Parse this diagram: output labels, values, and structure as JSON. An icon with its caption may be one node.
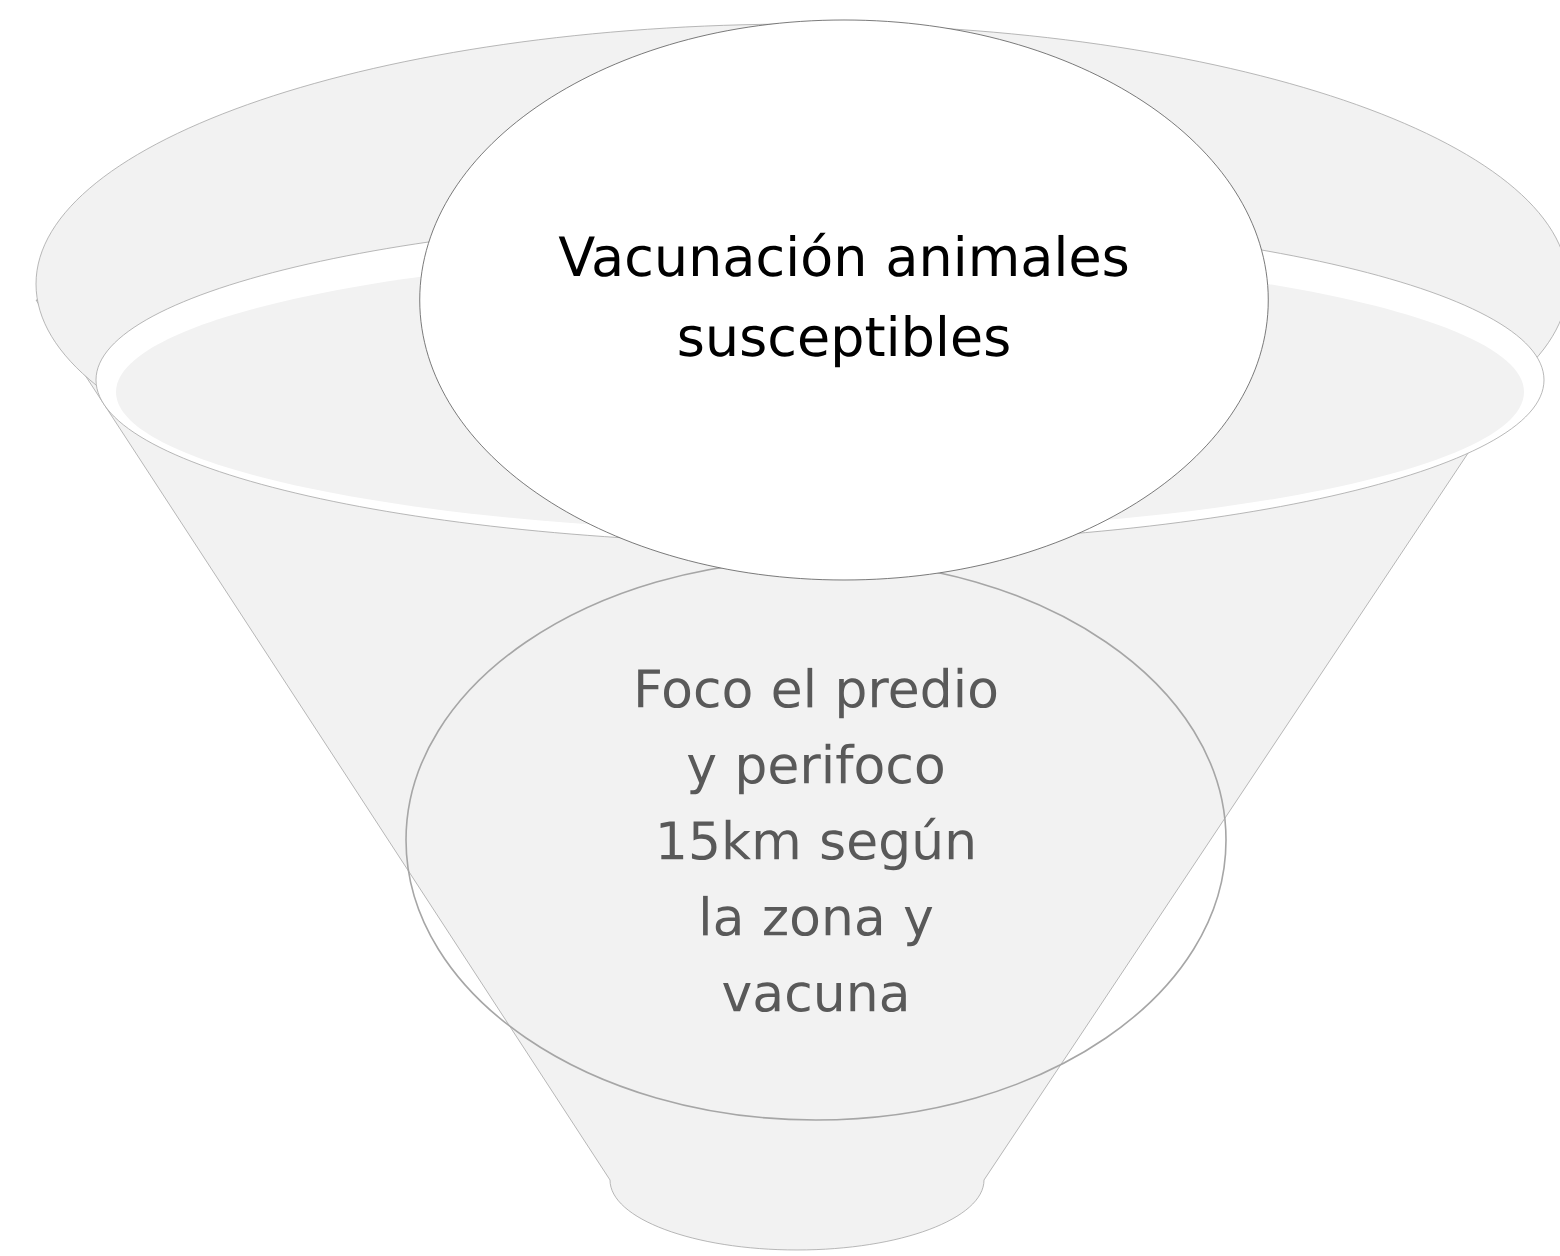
{
  "diagram": {
    "nodes": [
      {
        "text": [],
        "shape": "funnel"
      },
      {
        "text": [
          "Vacunación animales susceptibles"
        ]
      },
      {
        "text": [
          "Foco el predio y perifoco 15km según la zona y vacuna"
        ],
        "in": 0
      }
    ]
  }
}
